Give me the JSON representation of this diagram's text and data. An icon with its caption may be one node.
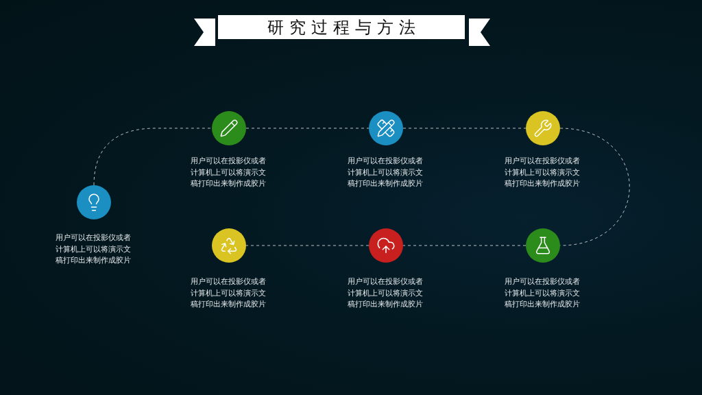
{
  "diagram": {
    "title": "研究过程与方法",
    "nodes": [
      {
        "text": [],
        "shape": "circle",
        "beside": [
          "用户可以在投影仪或者计算机上可以将演示文稿打印出来制作成胶片"
        ]
      },
      {
        "text": [],
        "shape": "circle",
        "beside": [
          "用户可以在投影仪或者计算机上可以将演示文稿打印出来制作成胶片"
        ]
      },
      {
        "text": [],
        "shape": "circle",
        "beside": [
          "用户可以在投影仪或者计算机上可以将演示文稿打印出来制作成胶片"
        ]
      },
      {
        "text": [],
        "shape": "circle",
        "beside": [
          "用户可以在投影仪或者计算机上可以将演示文稿打印出来制作成胶片"
        ]
      },
      {
        "text": [],
        "shape": "circle",
        "beside": [
          "用户可以在投影仪或者计算机上可以将演示文稿打印出来制作成胶片"
        ]
      },
      {
        "text": [],
        "shape": "circle",
        "beside": [
          "用户可以在投影仪或者计算机上可以将演示文稿打印出来制作成胶片"
        ]
      },
      {
        "text": [],
        "shape": "circle",
        "beside": [
          "用户可以在投影仪或者计算机上可以将演示文稿打印出来制作成胶片"
        ]
      }
    ],
    "edges": [
      {
        "from": 0,
        "to": 1,
        "arrow": "none",
        "style": "dashed"
      },
      {
        "from": 1,
        "to": 2,
        "arrow": "none",
        "style": "dashed"
      },
      {
        "from": 2,
        "to": 3,
        "arrow": "none",
        "style": "dashed"
      },
      {
        "from": 3,
        "to": 4,
        "arrow": "none",
        "style": "dashed"
      },
      {
        "from": 4,
        "to": 5,
        "arrow": "none",
        "style": "dashed"
      },
      {
        "from": 5,
        "to": 6,
        "arrow": "none",
        "style": "dashed"
      }
    ]
  }
}
